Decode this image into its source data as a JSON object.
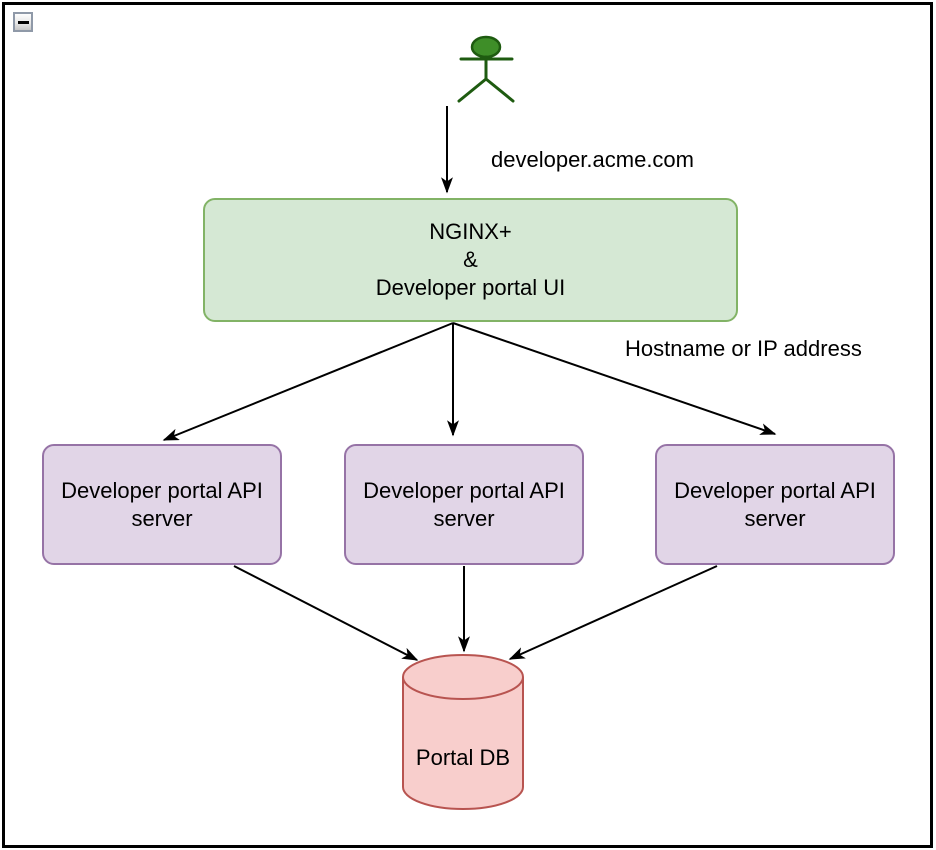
{
  "canvas": {
    "collapse_button": {
      "icon": "minus"
    }
  },
  "diagram": {
    "labels": {
      "request_url": "developer.acme.com",
      "backend_addressing": "Hostname or IP address"
    },
    "gateway": {
      "line1": "NGINX+",
      "line2": "&",
      "line3": "Developer portal UI",
      "fill": "#d5e8d4",
      "stroke": "#82b366"
    },
    "api_servers": {
      "fill": "#e1d5e7",
      "stroke": "#9673a6",
      "items": [
        {
          "line1": "Developer portal API",
          "line2": "server"
        },
        {
          "line1": "Developer portal API",
          "line2": "server"
        },
        {
          "line1": "Developer portal API",
          "line2": "server"
        }
      ]
    },
    "database": {
      "label": "Portal DB",
      "fill": "#f8cecc",
      "stroke": "#b85450"
    },
    "actor": {
      "fill": "#3e8e28",
      "stroke": "#1e5b10"
    },
    "edge_color": "#000000"
  }
}
